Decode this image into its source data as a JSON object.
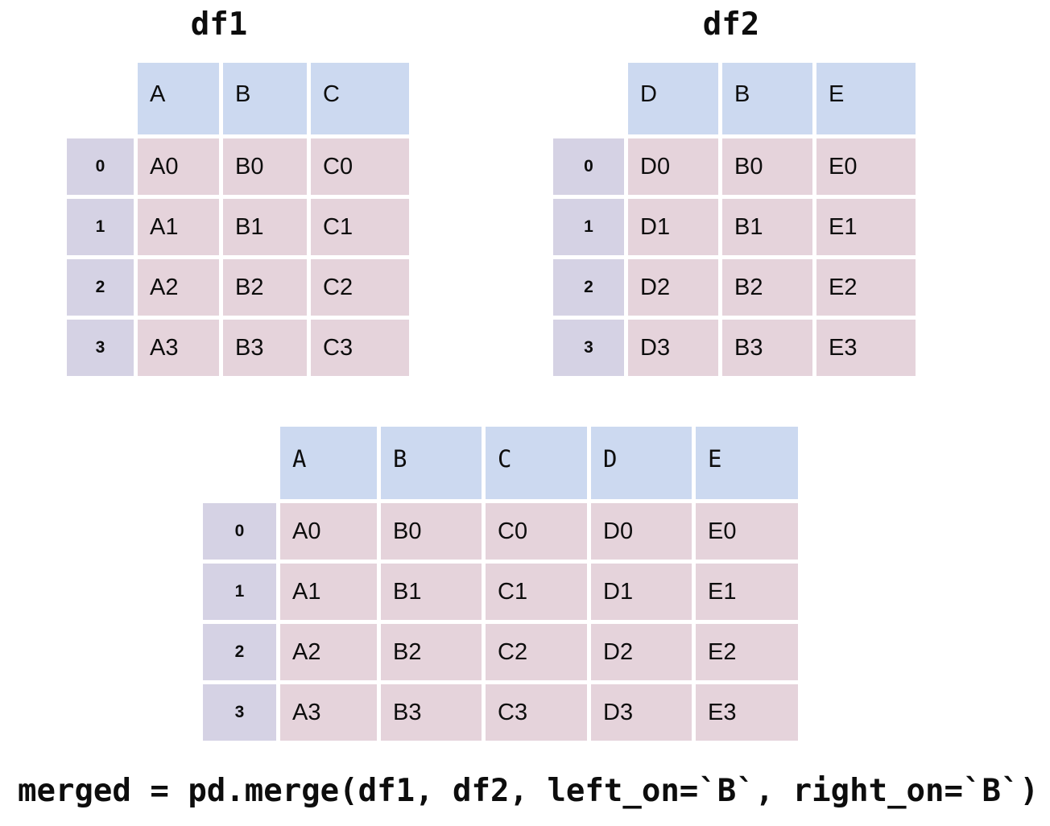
{
  "colors": {
    "header_fill": "#ccd9f0",
    "index_fill": "#d5d2e4",
    "cell_fill": "#e5d3db",
    "background": "#ffffff",
    "text": "#0d0d0d"
  },
  "df1": {
    "title": "df1",
    "columns": [
      "A",
      "B",
      "C"
    ],
    "index": [
      "0",
      "1",
      "2",
      "3"
    ],
    "rows": [
      [
        "A0",
        "B0",
        "C0"
      ],
      [
        "A1",
        "B1",
        "C1"
      ],
      [
        "A2",
        "B2",
        "C2"
      ],
      [
        "A3",
        "B3",
        "C3"
      ]
    ]
  },
  "df2": {
    "title": "df2",
    "columns": [
      "D",
      "B",
      "E"
    ],
    "index": [
      "0",
      "1",
      "2",
      "3"
    ],
    "rows": [
      [
        "D0",
        "B0",
        "E0"
      ],
      [
        "D1",
        "B1",
        "E1"
      ],
      [
        "D2",
        "B2",
        "E2"
      ],
      [
        "D3",
        "B3",
        "E3"
      ]
    ]
  },
  "merged": {
    "columns": [
      "A",
      "B",
      "C",
      "D",
      "E"
    ],
    "index": [
      "0",
      "1",
      "2",
      "3"
    ],
    "rows": [
      [
        "A0",
        "B0",
        "C0",
        "D0",
        "E0"
      ],
      [
        "A1",
        "B1",
        "C1",
        "D1",
        "E1"
      ],
      [
        "A2",
        "B2",
        "C2",
        "D2",
        "E2"
      ],
      [
        "A3",
        "B3",
        "C3",
        "D3",
        "E3"
      ]
    ]
  },
  "code": "merged = pd.merge(df1, df2, left_on=`B`, right_on=`B`)"
}
